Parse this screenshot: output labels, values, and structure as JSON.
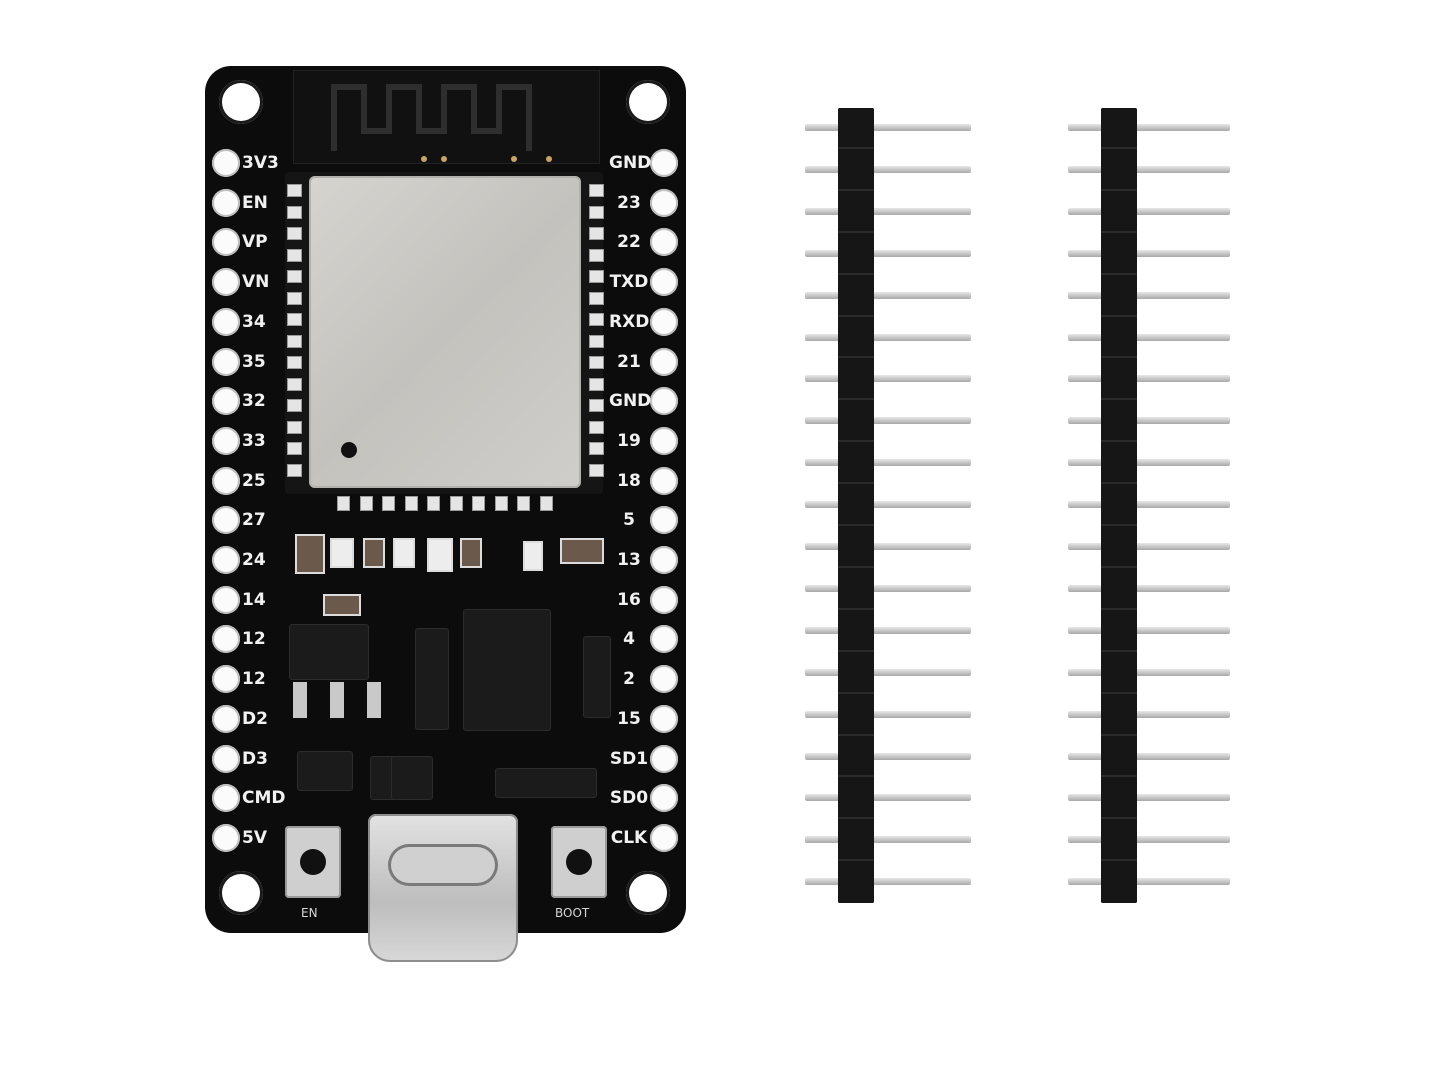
{
  "board": {
    "left_pins": [
      "3V3",
      "EN",
      "VP",
      "VN",
      "34",
      "35",
      "32",
      "33",
      "25",
      "27",
      "24",
      "14",
      "12",
      "12",
      "D2",
      "D3",
      "CMD",
      "5V"
    ],
    "right_pins": [
      "GND",
      "23",
      "22",
      "TXD",
      "RXD",
      "21",
      "GND",
      "19",
      "18",
      "5",
      "13",
      "16",
      "4",
      "2",
      "15",
      "SD1",
      "SD0",
      "CLK"
    ],
    "buttons": {
      "left_label": "EN",
      "right_label": "BOOT"
    },
    "pcb_color": "#0c0c0c",
    "shield_color": "#cfcdc8"
  },
  "pin_headers": {
    "count": 2,
    "pins_per_header": 19,
    "color": "#161616",
    "pin_color": "#c9c9c9"
  }
}
